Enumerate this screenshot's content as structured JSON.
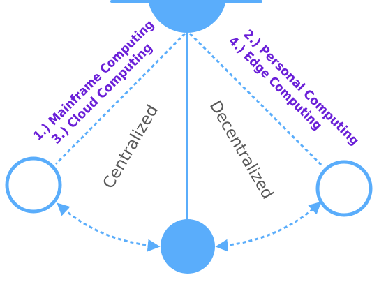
{
  "diagram": {
    "left_modes": {
      "line1": "1.) Mainframe Computing",
      "line2": "3.) Cloud Computing"
    },
    "right_modes": {
      "line1": "2.) Personal Computing",
      "line2": "4.) Edge Computing"
    },
    "left_axis_label": "Centralized",
    "right_axis_label": "Decentralized"
  },
  "colors": {
    "node_fill": "#5aadfb",
    "node_stroke": "#5aadfb",
    "line": "#5aadfb",
    "mode_text": "#6a1fd8",
    "axis_text": "#595959"
  }
}
